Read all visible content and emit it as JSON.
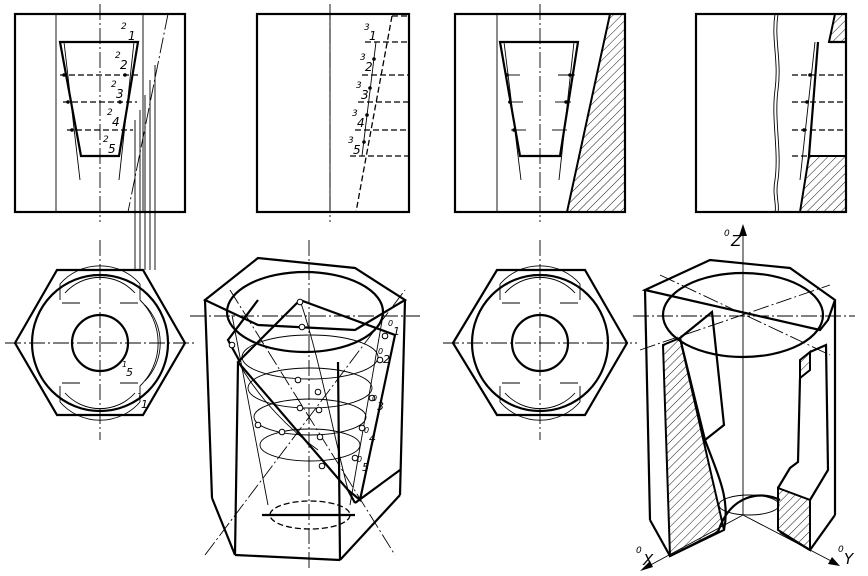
{
  "colors": {
    "ink": "#000000",
    "paper": "#ffffff"
  },
  "view1": {
    "labels": [
      {
        "sup": "2",
        "num": "1"
      },
      {
        "sup": "2",
        "num": "2"
      },
      {
        "sup": "2",
        "num": "3"
      },
      {
        "sup": "2",
        "num": "4"
      },
      {
        "sup": "2",
        "num": "5"
      }
    ]
  },
  "view2": {
    "labels": [
      {
        "sup": "3",
        "num": "1"
      },
      {
        "sup": "3",
        "num": "2"
      },
      {
        "sup": "3",
        "num": "3"
      },
      {
        "sup": "3",
        "num": "4"
      },
      {
        "sup": "3",
        "num": "5"
      }
    ]
  },
  "plan1": {
    "labels": [
      {
        "sup": "1",
        "num": "5"
      },
      {
        "sup": "1",
        "num": "1"
      }
    ]
  },
  "iso1": {
    "labels": [
      {
        "sup": "0",
        "num": "1"
      },
      {
        "sup": "0",
        "num": "2"
      },
      {
        "sup": "0",
        "num": "3"
      },
      {
        "sup": "0",
        "num": "4"
      },
      {
        "sup": "0",
        "num": "5"
      }
    ]
  },
  "iso2": {
    "axes": [
      {
        "sup": "0",
        "num": "Z"
      },
      {
        "sup": "0",
        "num": "X"
      },
      {
        "sup": "0",
        "num": "Y"
      }
    ]
  }
}
